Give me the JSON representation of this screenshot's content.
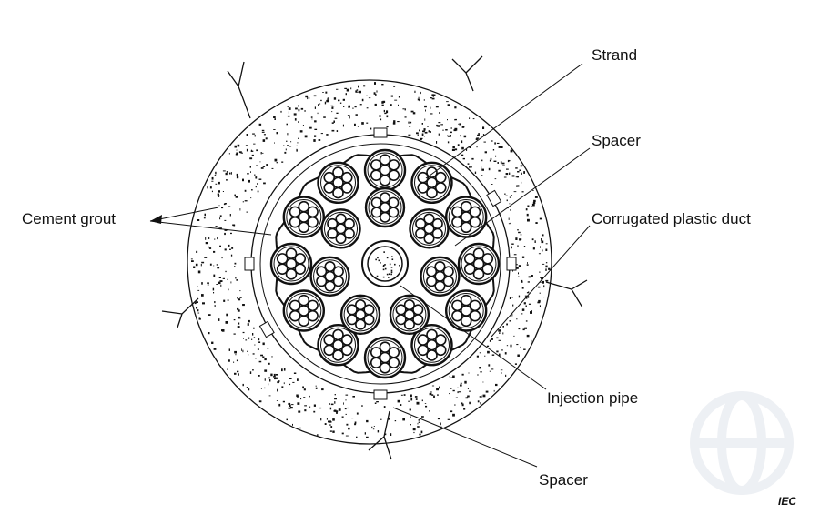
{
  "labels": {
    "strand": "Strand",
    "spacer_top": "Spacer",
    "cement_grout": "Cement grout",
    "corrugated_duct": "Corrugated plastic duct",
    "injection_pipe": "Injection pipe",
    "spacer_bottom": "Spacer",
    "source_mark": "IEC"
  },
  "diagram": {
    "outer_ring_strands": 12,
    "inner_ring_strands": 7,
    "wires_per_strand": 7
  }
}
